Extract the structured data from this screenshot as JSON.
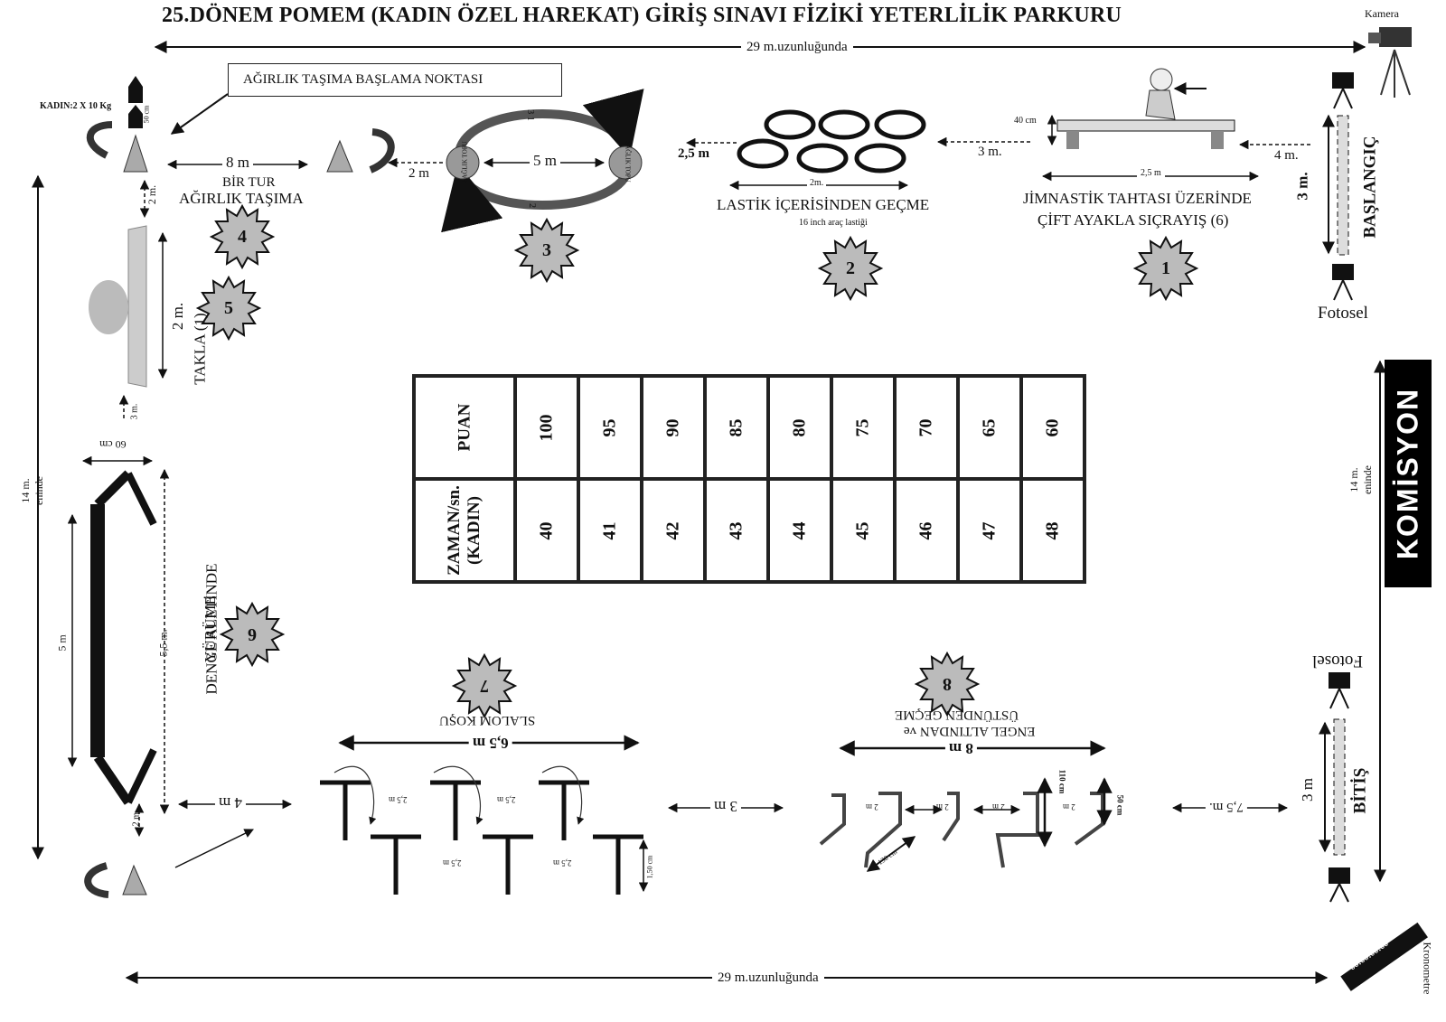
{
  "title": "25.DÖNEM POMEM (KADIN ÖZEL HAREKAT) GİRİŞ SINAVI FİZİKİ YETERLİLİK PARKURU",
  "top_length": "29 m.uzunluğunda",
  "bottom_length": "29 m.uzunluğunda",
  "camera": "Kamera",
  "weights": "KADIN:2 X 10 Kg",
  "weights_height": "50 cm",
  "weight_start_callout": "AĞIRLIK TAŞIMA BAŞLAMA NOKTASI",
  "stations": {
    "s1": {
      "num": "1",
      "line1": "JİMNASTİK TAHTASI ÜZERİNDE",
      "line2": "ÇİFT AYAKLA SIÇRAYIŞ (6)",
      "height": "40 cm",
      "length": "2,5 m",
      "gap": "4 m.",
      "gap_next": "3 m."
    },
    "s2": {
      "num": "2",
      "label": "LASTİK İÇERİSİNDEN GEÇME",
      "sub": "16 inch araç lastiği",
      "width": "2m.",
      "gap": "2,5 m"
    },
    "s3": {
      "num": "3",
      "distance": "5 m",
      "gap": "2 m",
      "ball": "SAĞLIK TOPU",
      "arc_top": "3  1",
      "arc_bottom": "2"
    },
    "s4": {
      "num": "4",
      "line1": "BİR TUR",
      "line2": "AĞIRLIK TAŞIMA",
      "length": "8 m",
      "gap": "2 m."
    },
    "s5": {
      "num": "5",
      "label": "TAKLA (1)",
      "length": "2 m.",
      "gap": "3 m."
    },
    "s6": {
      "num": "6",
      "line1": "DENGE ALETİNDE",
      "line2": "YÜRÜME",
      "width": "60 cm",
      "beam": "5 m",
      "total": "5,5 m.",
      "gap": "2 m."
    },
    "s7": {
      "num": "7",
      "label": "SLALOM KOŞU",
      "length": "6,5 m",
      "spacing": "2,5 m",
      "height": "1,50 cm",
      "gap": "4 m"
    },
    "s8": {
      "num": "8",
      "line1": "ENGEL ALTINDAN ve",
      "line2": "ÜSTÜNDEN GEÇME",
      "length": "8 m",
      "spacing": "2 m",
      "high": "110 cm",
      "low": "50 cm",
      "diag": "130 cm",
      "gap": "3 m"
    }
  },
  "start": {
    "label": "BAŞLANGIÇ",
    "width": "3 m."
  },
  "finish": {
    "label": "BİTİŞ",
    "width": "3 m",
    "gap": "7,5 m."
  },
  "fotosel_top": "Fotosel",
  "fotosel_bottom": "Fotosel",
  "left_width": "14 m.\neninde",
  "right_width": "14 m.\neninde",
  "komisyon": "KOMİSYON",
  "kronometre": "Kronometre",
  "kronometre_display": "00:00:00:00",
  "score_table": {
    "row1_head": "PUAN",
    "row2_head": "ZAMAN/sn.\n(KADIN)",
    "puan": [
      "100",
      "95",
      "90",
      "85",
      "80",
      "75",
      "70",
      "65",
      "60"
    ],
    "zaman": [
      "40",
      "41",
      "42",
      "43",
      "44",
      "45",
      "46",
      "47",
      "48"
    ]
  }
}
